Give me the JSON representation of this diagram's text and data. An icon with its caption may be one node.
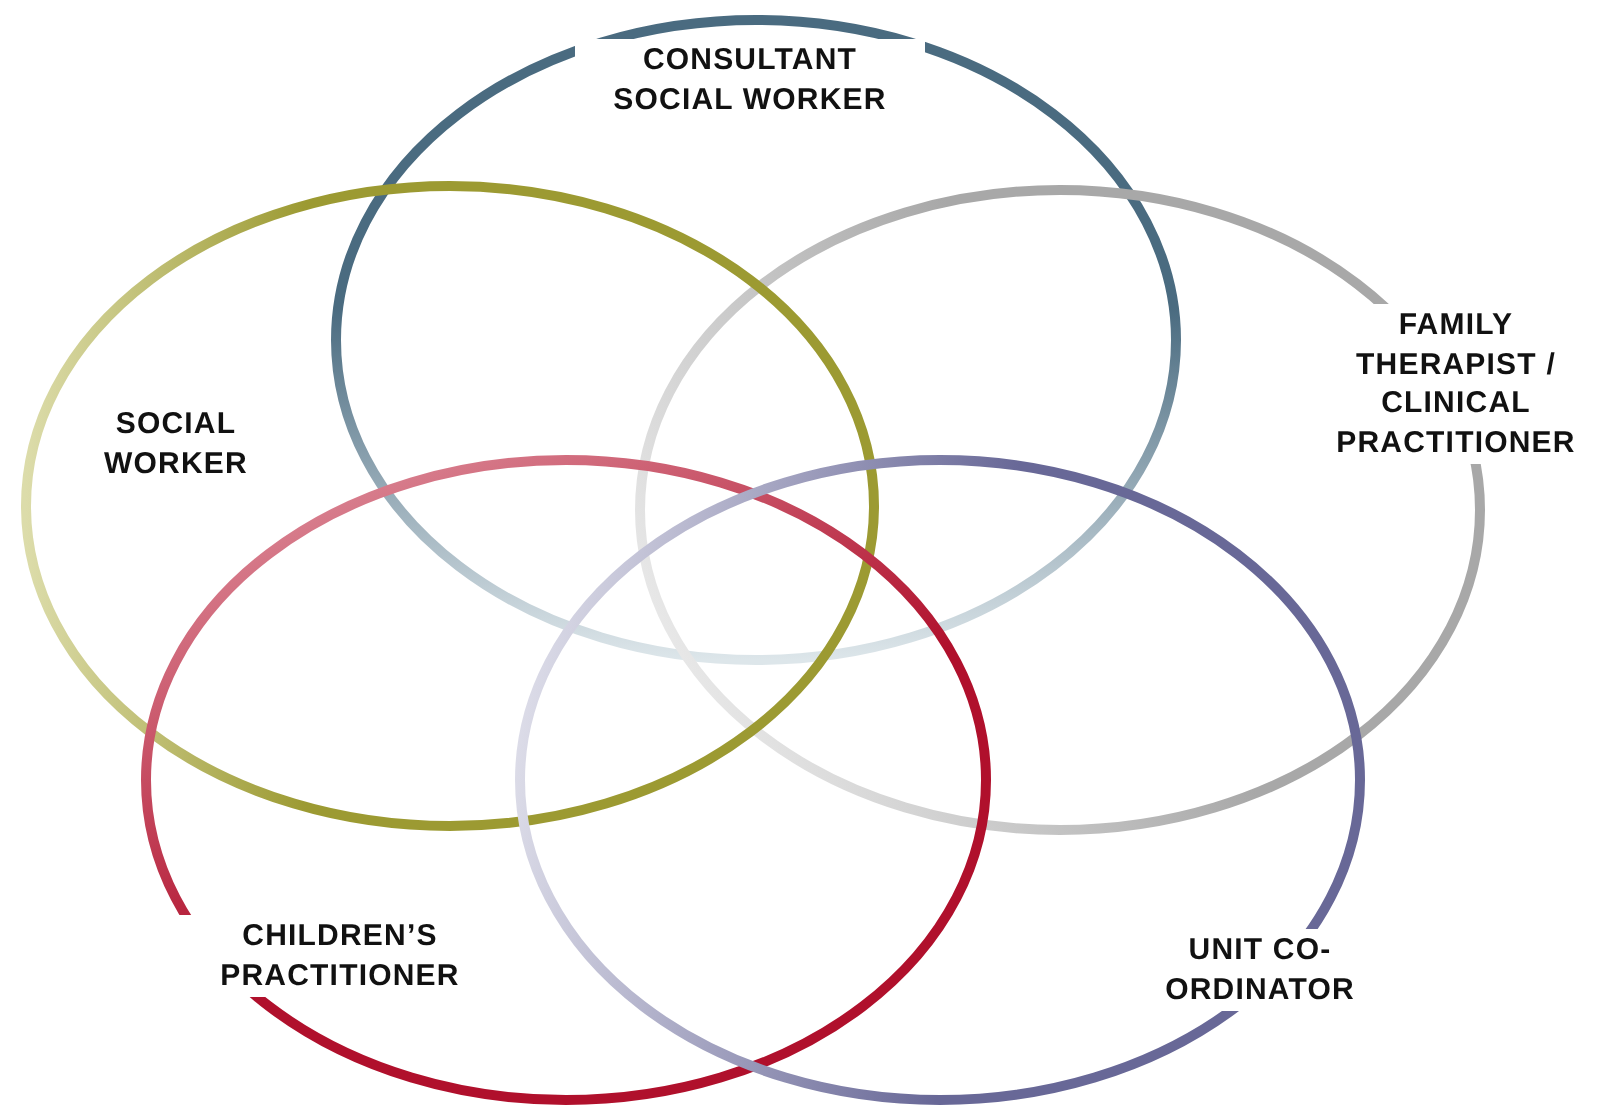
{
  "diagram": {
    "nodes": [
      {
        "text": [
          "CONSULTANT SOCIAL WORKER"
        ]
      },
      {
        "text": [
          "FAMILY THERAPIST / CLINICAL PRACTITIONER"
        ]
      },
      {
        "text": [
          "SOCIAL WORKER"
        ]
      },
      {
        "text": [
          "CHILDREN’S PRACTITIONER"
        ]
      },
      {
        "text": [
          "UNIT CO-ORDINATOR"
        ]
      }
    ],
    "edges": []
  }
}
